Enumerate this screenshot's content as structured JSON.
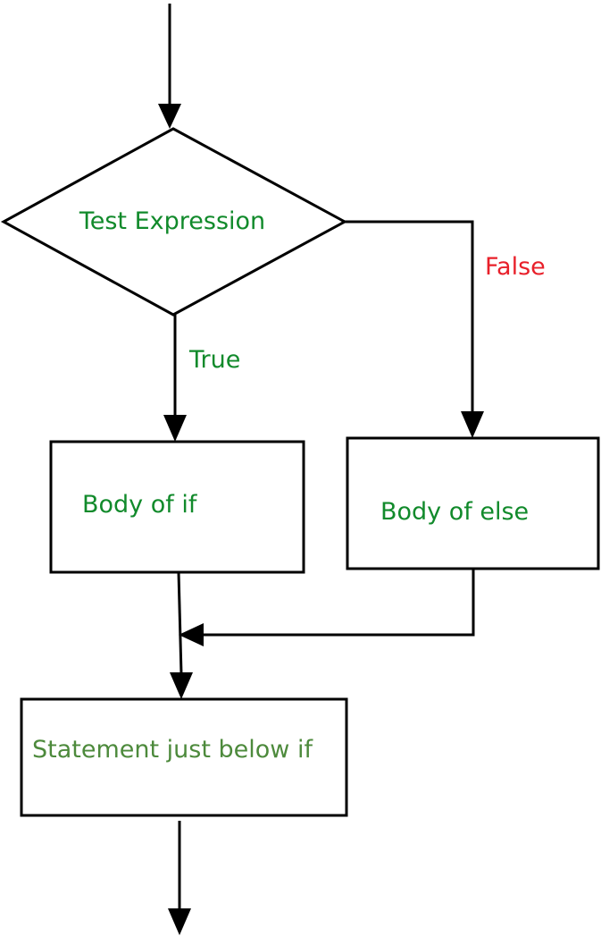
{
  "diagram": {
    "decision": {
      "label": "Test Expression"
    },
    "branches": {
      "true_label": "True",
      "false_label": "False"
    },
    "if_body": {
      "label": "Body of if"
    },
    "else_body": {
      "label": "Body of else"
    },
    "next_statement": {
      "label": "Statement just below if"
    }
  },
  "colors": {
    "label_green": "#118a2b",
    "statement_green": "#4d8a3c",
    "false_red": "#e8202a",
    "outline": "#000000"
  }
}
